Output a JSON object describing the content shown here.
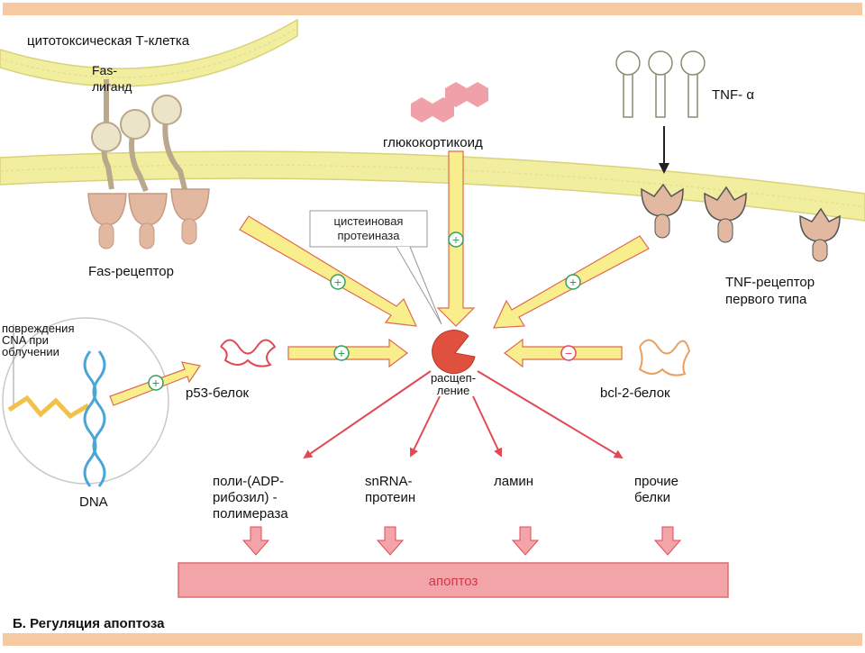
{
  "labels": {
    "t_cell": "цитотоксическая Т-клетка",
    "fas_ligand_line1": "Fas-",
    "fas_ligand_line2": "лиганд",
    "fas_receptor": "Fas-рецептор",
    "glucocorticoid": "глюкокортикоид",
    "tnf_alpha": "TNF- α",
    "tnf_receptor_line1": "TNF-рецептор",
    "tnf_receptor_line2": "первого типа",
    "cysteine_protease_line1": "цистеиновая",
    "cysteine_protease_line2": "протеиназа",
    "dna_damage_line1": "повреждения",
    "dna_damage_line2": "CNA при",
    "dna_damage_line3": "облучении",
    "dna": "DNA",
    "p53": "p53-белок",
    "bcl2": "bcl-2-белок",
    "cleavage_line1": "расщеп-",
    "cleavage_line2": "ление",
    "target1_line1": "поли-(ADP-",
    "target1_line2": "рибозил) -",
    "target1_line3": "полимераза",
    "target2_line1": "snRNA-",
    "target2_line2": "протеин",
    "target3": "ламин",
    "target4_line1": "прочие",
    "target4_line2": "белки",
    "apoptosis": "апоптоз",
    "caption": "Б. Регуляция апоптоза"
  },
  "signs": {
    "plus": "+",
    "minus": "−"
  },
  "colors": {
    "frame_border": "#f7c9a0",
    "membrane": "#f2eea0",
    "membrane_edge": "#d9d27a",
    "receptor": "#e2b8a0",
    "protease": "#e0503e",
    "yellow_arrow": "#f8ee8c",
    "red_arrow": "#e14a55",
    "apoptosis_bar": "#f2a4a8",
    "dna_helix": "#4aa6d6"
  }
}
